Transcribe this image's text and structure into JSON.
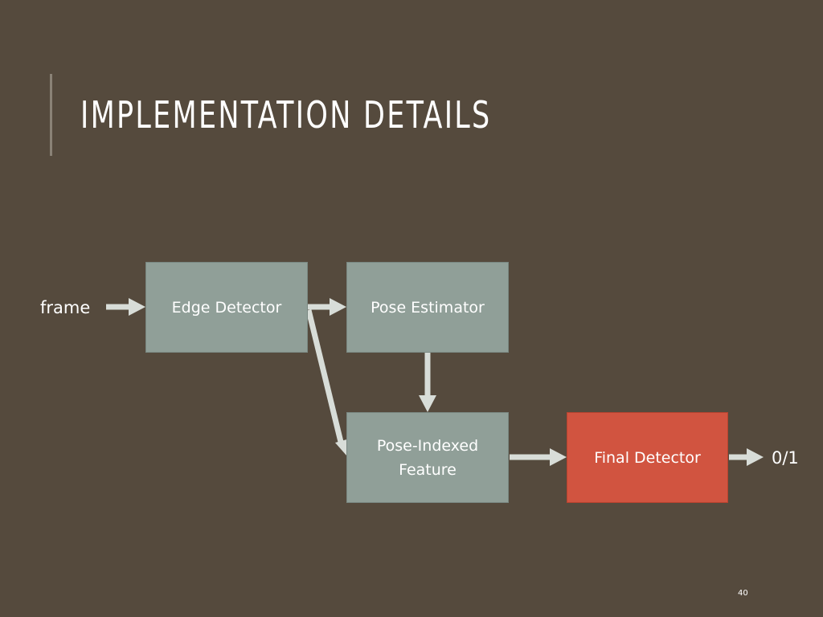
{
  "slide": {
    "title": "IMPLEMENTATION DETAILS",
    "page_number": "40"
  },
  "diagram": {
    "input_label": "frame",
    "output_label": "0/1",
    "nodes": {
      "edge_detector": {
        "label": "Edge Detector"
      },
      "pose_estimator": {
        "label": "Pose Estimator"
      },
      "pose_indexed_feature": {
        "label_line1": "Pose-Indexed",
        "label_line2": "Feature"
      },
      "final_detector": {
        "label": "Final Detector"
      }
    },
    "edges": [
      {
        "from": "frame",
        "to": "edge_detector"
      },
      {
        "from": "edge_detector",
        "to": "pose_estimator"
      },
      {
        "from": "edge_detector",
        "to": "pose_indexed_feature"
      },
      {
        "from": "pose_estimator",
        "to": "pose_indexed_feature"
      },
      {
        "from": "pose_indexed_feature",
        "to": "final_detector"
      },
      {
        "from": "final_detector",
        "to": "output"
      }
    ],
    "colors": {
      "background": "#554a3d",
      "process_box": "#909f98",
      "final_box": "#d15440",
      "arrow": "#d8ddd8",
      "text": "#ffffff"
    }
  }
}
